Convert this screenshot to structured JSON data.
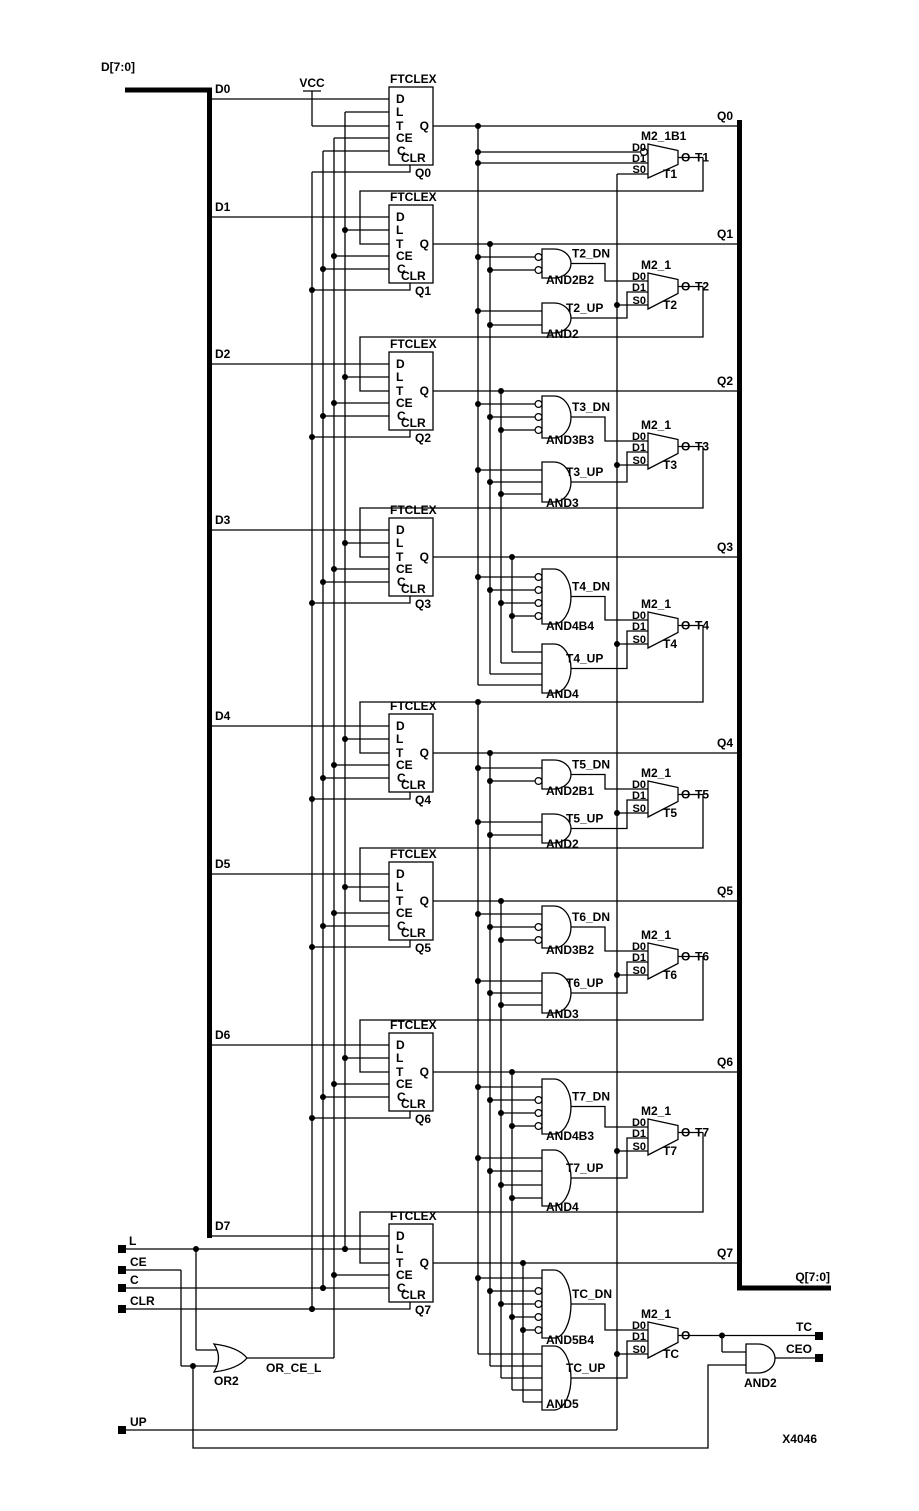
{
  "buses": {
    "d": "D[7:0]",
    "q": "Q[7:0]"
  },
  "power": {
    "vcc": "VCC"
  },
  "inputs": {
    "l": "L",
    "ce": "CE",
    "c": "C",
    "clr": "CLR",
    "up": "UP"
  },
  "outputs": {
    "tc": "TC",
    "ceo": "CEO"
  },
  "misc": {
    "or_gate": "OR2",
    "or_net": "OR_CE_L",
    "ceo_gate": "AND2",
    "sheet_id": "X4046"
  },
  "ff": {
    "type": "FTCLEX",
    "pin_d": "D",
    "pin_l": "L",
    "pin_t": "T",
    "pin_ce": "CE",
    "pin_c": "C",
    "pin_clr": "CLR",
    "pin_q": "Q"
  },
  "mux_pins": {
    "d0": "D0",
    "d1": "D1",
    "s0": "S0",
    "out": "O"
  },
  "stages": [
    {
      "d_label": "D0",
      "q_label": "Q0",
      "ff_name": "Q0",
      "mux_type": "M2_1B1",
      "mux_net": "T1",
      "mux_inst": "T1"
    },
    {
      "d_label": "D1",
      "q_label": "Q1",
      "ff_name": "Q1",
      "dn_gate": "AND2B2",
      "dn_net": "T2_DN",
      "up_gate": "AND2",
      "up_net": "T2_UP",
      "mux_type": "M2_1",
      "mux_net": "T2",
      "mux_inst": "T2"
    },
    {
      "d_label": "D2",
      "q_label": "Q2",
      "ff_name": "Q2",
      "dn_gate": "AND3B3",
      "dn_net": "T3_DN",
      "up_gate": "AND3",
      "up_net": "T3_UP",
      "mux_type": "M2_1",
      "mux_net": "T3",
      "mux_inst": "T3"
    },
    {
      "d_label": "D3",
      "q_label": "Q3",
      "ff_name": "Q3",
      "dn_gate": "AND4B4",
      "dn_net": "T4_DN",
      "up_gate": "AND4",
      "up_net": "T4_UP",
      "mux_type": "M2_1",
      "mux_net": "T4",
      "mux_inst": "T4"
    },
    {
      "d_label": "D4",
      "q_label": "Q4",
      "ff_name": "Q4",
      "dn_gate": "AND2B1",
      "dn_net": "T5_DN",
      "up_gate": "AND2",
      "up_net": "T5_UP",
      "mux_type": "M2_1",
      "mux_net": "T5",
      "mux_inst": "T5"
    },
    {
      "d_label": "D5",
      "q_label": "Q5",
      "ff_name": "Q5",
      "dn_gate": "AND3B2",
      "dn_net": "T6_DN",
      "up_gate": "AND3",
      "up_net": "T6_UP",
      "mux_type": "M2_1",
      "mux_net": "T6",
      "mux_inst": "T6"
    },
    {
      "d_label": "D6",
      "q_label": "Q6",
      "ff_name": "Q6",
      "dn_gate": "AND4B3",
      "dn_net": "T7_DN",
      "up_gate": "AND4",
      "up_net": "T7_UP",
      "mux_type": "M2_1",
      "mux_net": "T7",
      "mux_inst": "T7"
    },
    {
      "d_label": "D7",
      "q_label": "Q7",
      "ff_name": "Q7",
      "dn_gate": "AND5B4",
      "dn_net": "TC_DN",
      "up_gate": "AND5",
      "up_net": "TC_UP",
      "mux_type": "M2_1",
      "mux_net": "",
      "mux_inst": "TC"
    }
  ]
}
